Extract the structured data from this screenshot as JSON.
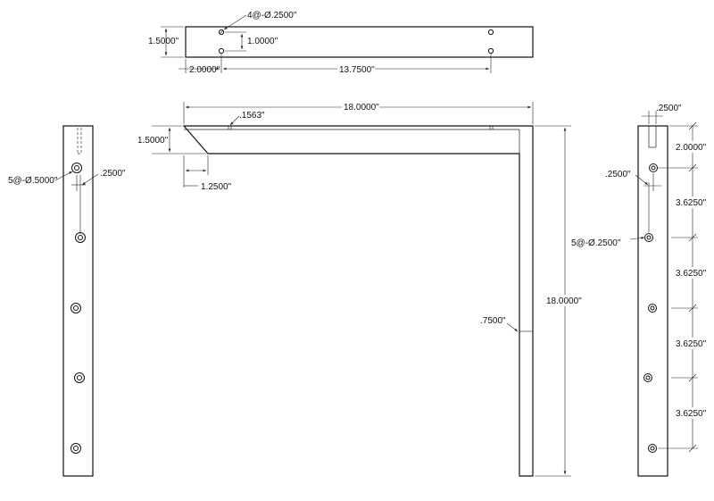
{
  "top_view": {
    "holes_callout": "4@-Ø.2500\"",
    "width_dim": "1.5000\"",
    "hole_spacing_dim": "1.0000\"",
    "edge_offset_dim": "2.0000\"",
    "hole_pitch_dim": "13.7500\""
  },
  "side_view": {
    "arm_length_dim": "18.0000\"",
    "chamfer_dim": ".1563\"",
    "arm_height_dim": "1.5000\"",
    "taper_dim": "1.2500\"",
    "leg_height_dim": "18.0000\"",
    "leg_thickness_dim": ".7500\""
  },
  "left_view": {
    "holes_callout": "5@-Ø.5000\"",
    "hole_offset_dim": ".2500\""
  },
  "right_view": {
    "slot_width_dim": ".2500\"",
    "hole_offset_dim": ".2500\"",
    "holes_callout": "5@-Ø.2500\"",
    "first_hole_dim": "2.0000\"",
    "spacing_1": "3.6250\"",
    "spacing_2": "3.6250\"",
    "spacing_3": "3.6250\"",
    "spacing_4": "3.6250\""
  }
}
